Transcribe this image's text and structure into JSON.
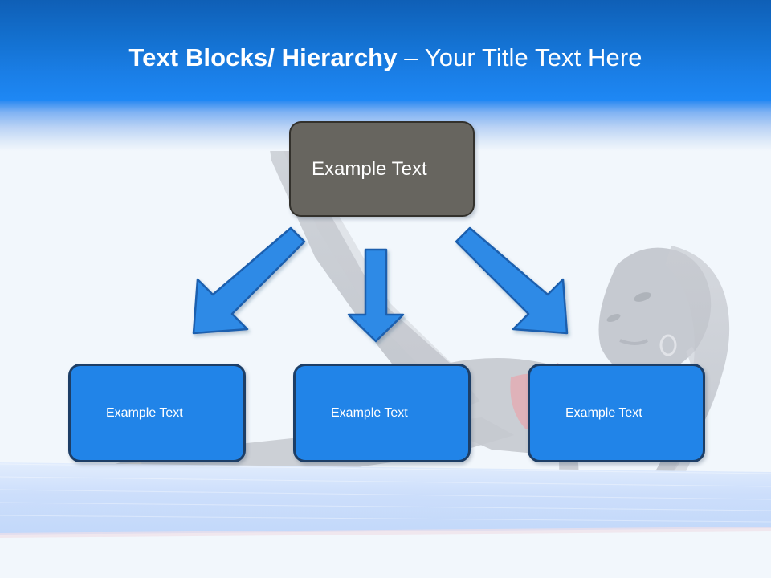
{
  "slide": {
    "title": {
      "bold_part": "Text Blocks/ Hierarchy ",
      "light_part": "– Your Title Text Here"
    },
    "background": {
      "description": "faded photo of a woman doing a side-lying leg raise on a yoga mat",
      "page_color": "#f2f7fc",
      "header_top_color": "#0f5fb6",
      "header_bottom_color": "#1e88f5",
      "mat_color": "#cfe0fb",
      "figure_color": "#c8cbd0",
      "accent_color": "#2184e8"
    },
    "diagram": {
      "parent": {
        "label": "Example  Text",
        "fill": "#67655f",
        "border": "#33312c"
      },
      "children": [
        {
          "label": "Example Text",
          "fill": "#2184e8",
          "border": "#1d3e66"
        },
        {
          "label": "Example Text",
          "fill": "#2184e8",
          "border": "#1d3e66"
        },
        {
          "label": "Example Text",
          "fill": "#2184e8",
          "border": "#1d3e66"
        }
      ],
      "connectors": [
        {
          "name": "arrow-left",
          "direction": "down-left"
        },
        {
          "name": "arrow-middle",
          "direction": "down"
        },
        {
          "name": "arrow-right",
          "direction": "down-right"
        }
      ]
    }
  }
}
